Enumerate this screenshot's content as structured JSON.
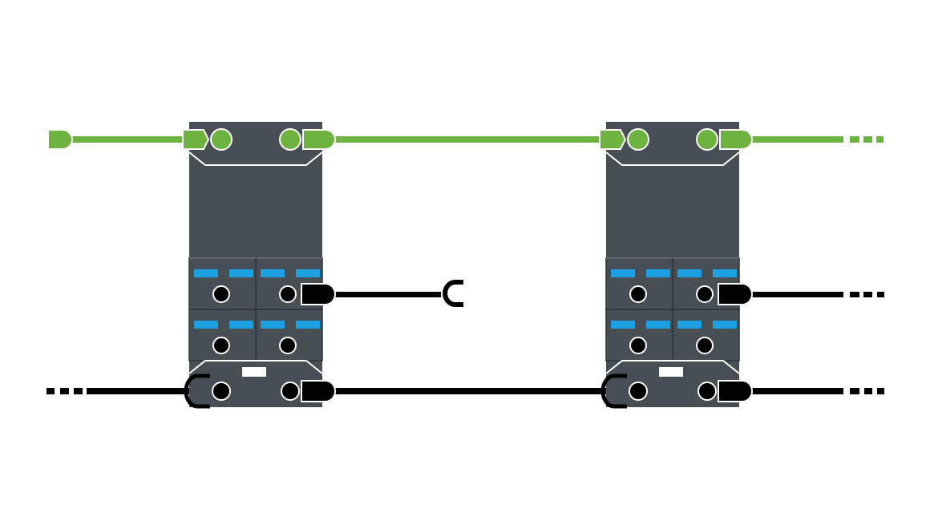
{
  "colors": {
    "background": "#ffffff",
    "bus_green": "#6db33f",
    "bus_green_edge": "#ffffff",
    "power_black": "#000000",
    "module_body": "#474f55",
    "module_edge": "#ffffff",
    "led_blue": "#1ba1e2",
    "port_black": "#000000",
    "label_plate": "#ffffff"
  },
  "icons": {
    "bus_plug": "green-fieldbus-plug-icon",
    "bus_socket": "green-fieldbus-socket-icon",
    "power_plug": "black-power-plug-icon",
    "power_socket": "black-power-socket-icon",
    "io_port": "round-io-port-icon",
    "status_led": "blue-status-led-icon",
    "continuation": "dotted-continuation-icon"
  },
  "modules": [
    {
      "id": "io-module-1",
      "io_rows": 2,
      "io_cols": 2,
      "leds_per_port": 2
    },
    {
      "id": "io-module-2",
      "io_rows": 2,
      "io_cols": 2,
      "leds_per_port": 2
    }
  ],
  "connections": {
    "fieldbus": {
      "start": "plug-end",
      "end": "continues"
    },
    "power": {
      "start": "continues",
      "end": "continues"
    },
    "module1_io_output": "open-socket",
    "module2_io_output": "continues"
  }
}
